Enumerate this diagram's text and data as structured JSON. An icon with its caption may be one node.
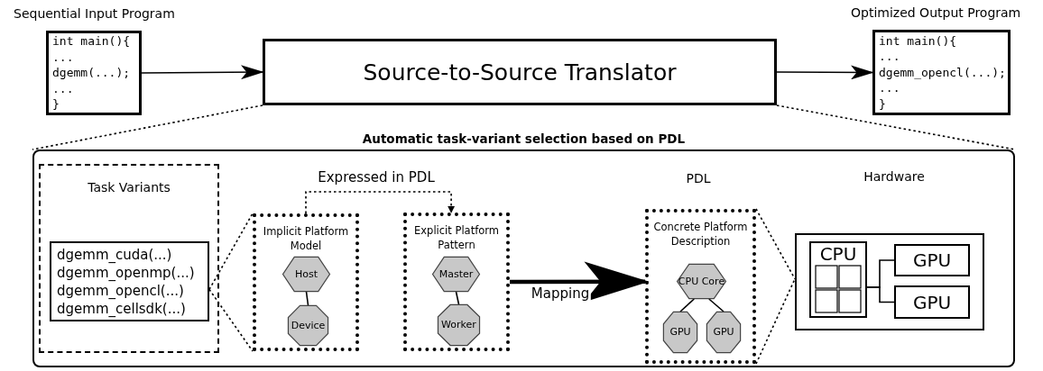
{
  "diagram": {
    "nodes": [
      {
        "text": [
          "int main(){",
          "...",
          "dgemm(...);",
          "...",
          "}"
        ],
        "beside": [
          "Sequential Input Program"
        ]
      },
      {
        "text": [
          "Source-to-Source Translator"
        ]
      },
      {
        "text": [
          "int main(){",
          "...",
          "dgemm_opencl(...);",
          "...",
          "}"
        ],
        "beside": [
          "Optimized Output Program"
        ]
      },
      {
        "text": [
          "Automatic task-variant selection based on PDL"
        ]
      },
      {
        "text": [
          "Task Variants"
        ],
        "in": 3
      },
      {
        "text": [
          "dgemm_cuda(...)",
          "dgemm_openmp(...)",
          "dgemm_opencl(...)",
          "dgemm_cellsdk(...)"
        ],
        "in": 4
      },
      {
        "text": [
          "Implicit Platform Model"
        ],
        "in": 3
      },
      {
        "text": [
          "Host"
        ],
        "in": 6
      },
      {
        "text": [
          "Device"
        ],
        "in": 6
      },
      {
        "text": [
          "Explicit Platform Pattern"
        ],
        "in": 3
      },
      {
        "text": [
          "Master"
        ],
        "in": 9
      },
      {
        "text": [
          "Worker"
        ],
        "in": 9
      },
      {
        "text": [
          "Concrete Platform Description"
        ],
        "in": 3
      },
      {
        "text": [
          "CPU Core"
        ],
        "in": 12
      },
      {
        "text": [
          "GPU"
        ],
        "in": 12
      },
      {
        "text": [
          "GPU"
        ],
        "in": 12
      },
      {
        "text": [],
        "shape": "box",
        "in": 3
      },
      {
        "text": [
          "CPU"
        ],
        "in": 16
      },
      {
        "text": [
          "GPU"
        ],
        "in": 16
      },
      {
        "text": [
          "GPU"
        ],
        "in": 16
      }
    ],
    "edges": [
      {
        "from": 0,
        "to": 1,
        "arrow": "to"
      },
      {
        "from": 1,
        "to": 2,
        "arrow": "to"
      },
      {
        "from": 1,
        "to": 3,
        "arrow": "none",
        "style": "dashed"
      },
      {
        "from": 1,
        "to": 3,
        "arrow": "none",
        "style": "dashed"
      },
      {
        "from": 5,
        "to": 6,
        "arrow": "none",
        "style": "dashed"
      },
      {
        "from": 5,
        "to": 6,
        "arrow": "none",
        "style": "dashed"
      },
      {
        "from": 6,
        "to": 9,
        "arrow": "to",
        "style": "dashed",
        "label": "Expressed in PDL"
      },
      {
        "from": 9,
        "to": 12,
        "arrow": "to",
        "style": "thick",
        "label": "Mapping"
      },
      {
        "from": 7,
        "to": 8,
        "arrow": "none"
      },
      {
        "from": 10,
        "to": 11,
        "arrow": "none"
      },
      {
        "from": 13,
        "to": 14,
        "arrow": "none"
      },
      {
        "from": 13,
        "to": 15,
        "arrow": "none"
      },
      {
        "from": 12,
        "to": 16,
        "arrow": "none",
        "style": "dashed"
      },
      {
        "from": 12,
        "to": 16,
        "arrow": "none",
        "style": "dashed"
      },
      {
        "from": 17,
        "to": 18,
        "arrow": "none"
      },
      {
        "from": 17,
        "to": 19,
        "arrow": "none"
      }
    ],
    "labels": [
      "PDL",
      "Hardware"
    ]
  }
}
